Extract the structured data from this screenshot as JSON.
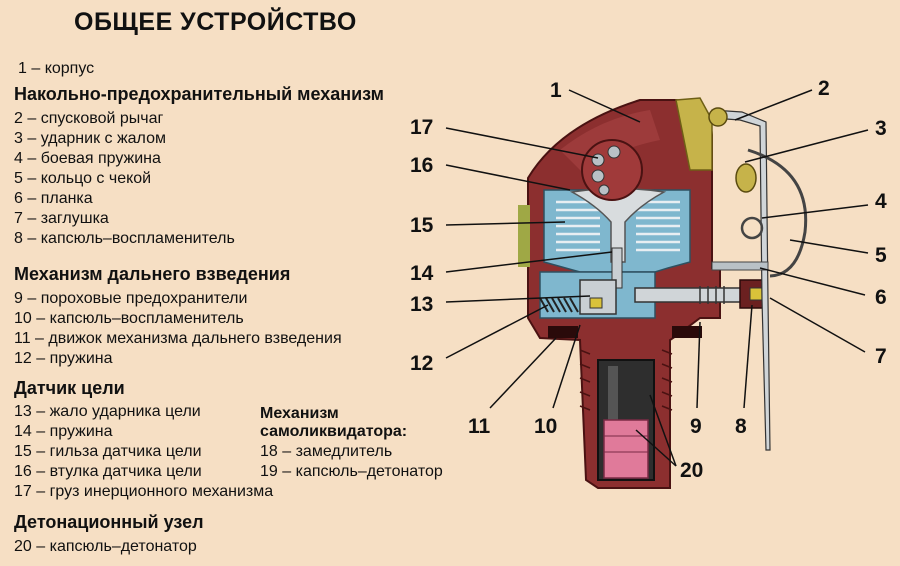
{
  "title": "ОБЩЕЕ УСТРОЙСТВО",
  "legend": {
    "item1": "1 – корпус",
    "sections": [
      {
        "heading": "Накольно-предохранительный механизм",
        "items": [
          "2 – спусковой рычаг",
          "3 – ударник с жалом",
          "4 – боевая пружина",
          "5 – кольцо с чекой",
          "6 – планка",
          "7 – заглушка",
          "8 – капсюль–воспламенитель"
        ]
      },
      {
        "heading": "Механизм дальнего взведения",
        "items": [
          "9 – пороховые предохранители",
          "10 – капсюль–воспламенитель",
          "11 – движок механизма дальнего взведения",
          "12 – пружина"
        ]
      },
      {
        "heading": "Датчик цели",
        "items": [
          "13 – жало ударника цели",
          "14 – пружина",
          "15 – гильза  датчика цели",
          "16 – втулка  датчика цели",
          "17 – груз инерционного механизма"
        ]
      },
      {
        "heading": "Детонационный узел",
        "items": [
          "20 – капсюль–детонатор"
        ]
      }
    ],
    "self_destruct": {
      "heading_line1": "Механизм",
      "heading_line2": "самоликвидатора:",
      "items": [
        "18 – замедлитель",
        "19 – капсюль–детонатор"
      ]
    }
  },
  "callouts": [
    "1",
    "2",
    "3",
    "4",
    "5",
    "6",
    "7",
    "8",
    "9",
    "10",
    "11",
    "12",
    "13",
    "14",
    "15",
    "16",
    "17",
    "20"
  ],
  "colors": {
    "background": "#f6dfc4",
    "body_red": "#8c2f2f",
    "body_dark": "#5a1818",
    "cavity_blue": "#7fb7ce",
    "steel": "#c9cfd3",
    "yellow": "#d9c23a",
    "pink": "#e07a9a"
  }
}
